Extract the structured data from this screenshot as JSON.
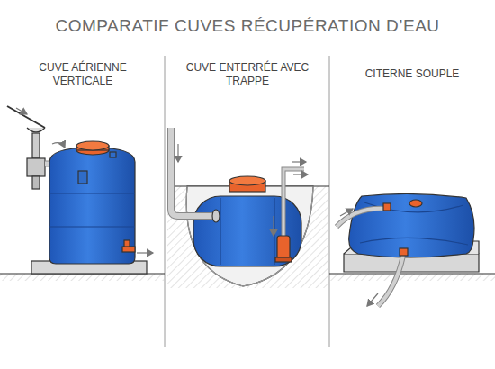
{
  "diagram": {
    "title": "COMPARATIF CUVES RÉCUPÉRATION D’EAU",
    "labels": [
      "CUVE AÉRIENNE VERTICALE",
      "CUVE ENTERRÉE AVEC TRAPPE",
      "CITERNE SOUPLE"
    ]
  }
}
